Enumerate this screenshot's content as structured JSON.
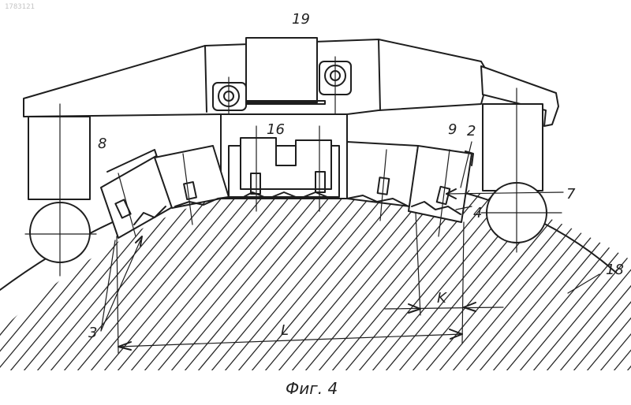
{
  "document": {
    "stamp": "1783121",
    "caption": "Фиг. 4"
  },
  "labels": {
    "n19": "19",
    "n16": "16",
    "n8": "8",
    "n9": "9",
    "n2": "2",
    "n7": "7",
    "n4": "4",
    "n3": "3",
    "n18": "18",
    "nL": "L",
    "nK": "K"
  },
  "style": {
    "ink": "#1e1e1e",
    "paper": "#ffffff"
  }
}
